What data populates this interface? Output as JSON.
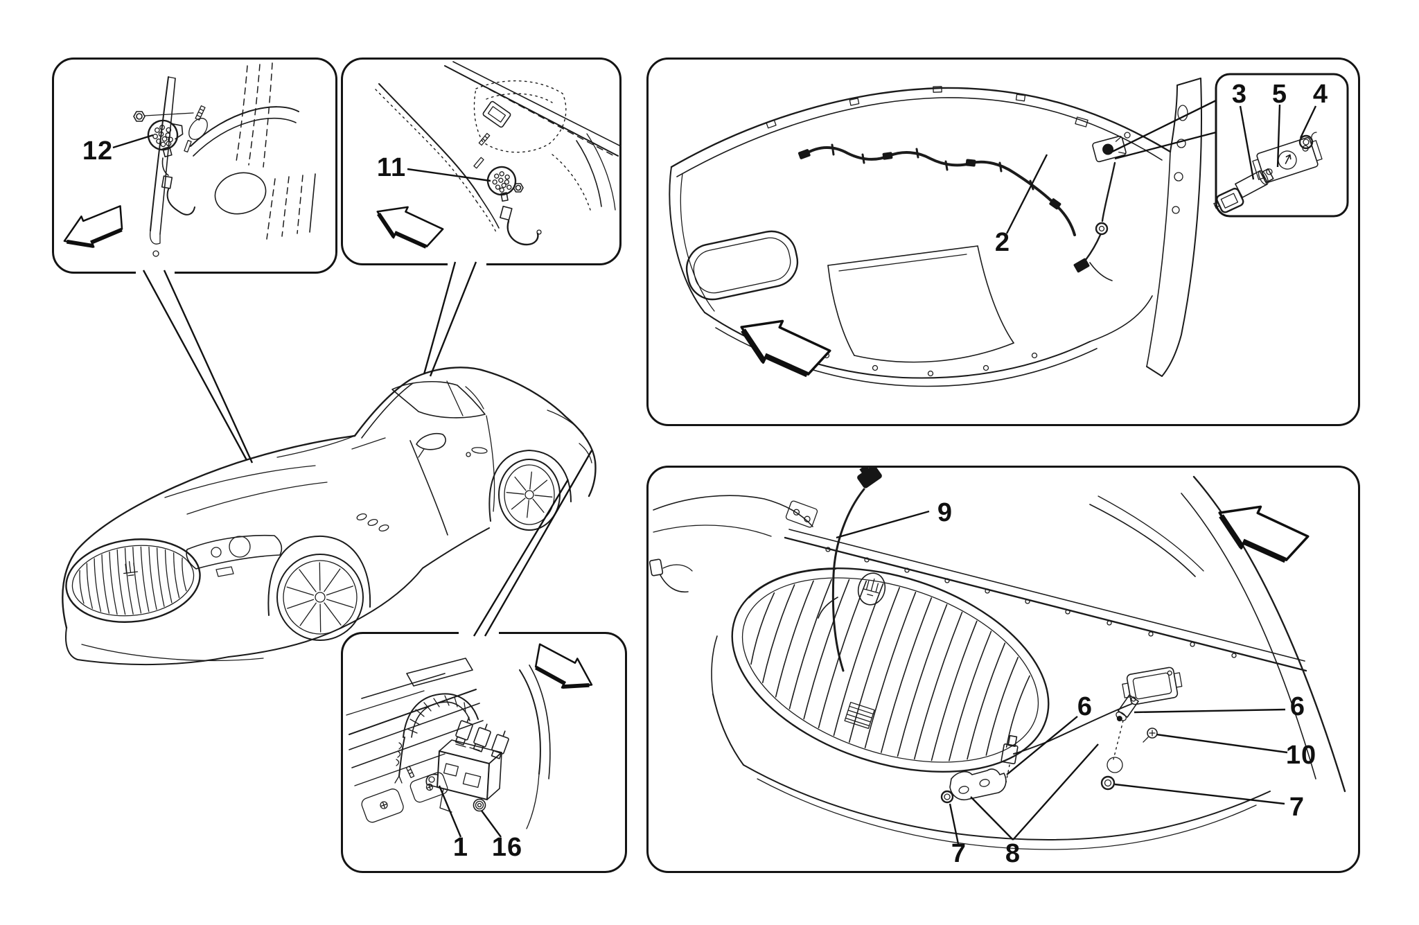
{
  "colors": {
    "background": "#ffffff",
    "line": "#1b1b1b",
    "label": "#101010"
  },
  "panels": {
    "door_buzzer": {
      "callout_12": "12"
    },
    "roof_buzzer": {
      "callout_11": "11"
    },
    "rear_bumper": {
      "callout_2": "2",
      "sensor_box": {
        "callout_3": "3",
        "callout_5": "5",
        "callout_4": "4"
      }
    },
    "front_bumper": {
      "callout_9": "9",
      "callout_6_left": "6",
      "callout_6_right": "6",
      "callout_10": "10",
      "callout_7_right": "7",
      "callout_7_bottom": "7",
      "callout_8": "8"
    },
    "ecu": {
      "callout_1": "1",
      "callout_16": "16"
    }
  }
}
